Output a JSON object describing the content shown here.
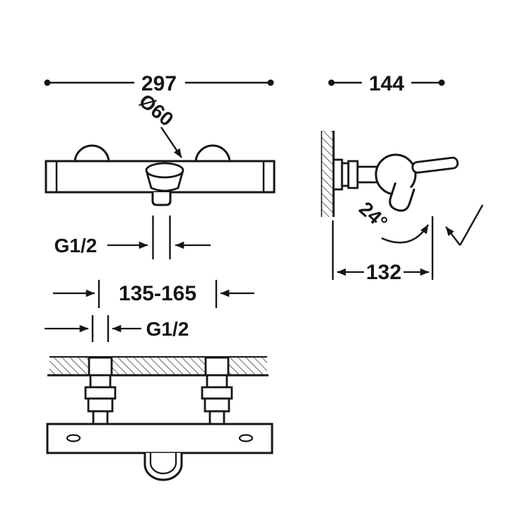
{
  "drawing": {
    "type": "technical-dimension-drawing",
    "subject": "wall-mounted thermostatic bath mixer tap, three orthographic views with dimensions"
  },
  "colors": {
    "line": "#161616",
    "background": "#ffffff"
  },
  "labels": {
    "overall_width": "297",
    "overall_depth": "144",
    "cartridge_diameter": "Ø60",
    "outlet_thread": "G1/2",
    "inlet_spacing": "135-165",
    "inlet_thread": "G1/2",
    "spout_angle": "24°",
    "spout_reach": "132"
  }
}
